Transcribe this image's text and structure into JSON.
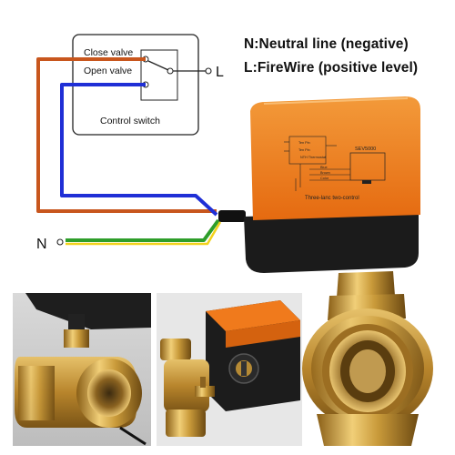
{
  "legend": {
    "neutral": "N:Neutral line (negative)",
    "live": "L:FireWire (positive level)"
  },
  "switch_box": {
    "close_label": "Close valve",
    "open_label": "Open valve",
    "caption": "Control switch",
    "terminal_label": "L"
  },
  "neutral_label": "N",
  "actuator": {
    "model": "SEV5000",
    "caption": "Three-lanc two-control",
    "wire_labels": [
      "Blue",
      "Brown",
      "Color"
    ],
    "mini_labels": [
      "Ten Pin",
      "Ten Pin",
      "NTH Thermostat"
    ]
  },
  "colors": {
    "orange_wire": "#c8561d",
    "blue_wire": "#1f2fd6",
    "green_wire": "#2e9e2a",
    "yellow_wire": "#f2d21b",
    "actuator_orange": "#f07a1c",
    "brass": "#c99a3a"
  }
}
